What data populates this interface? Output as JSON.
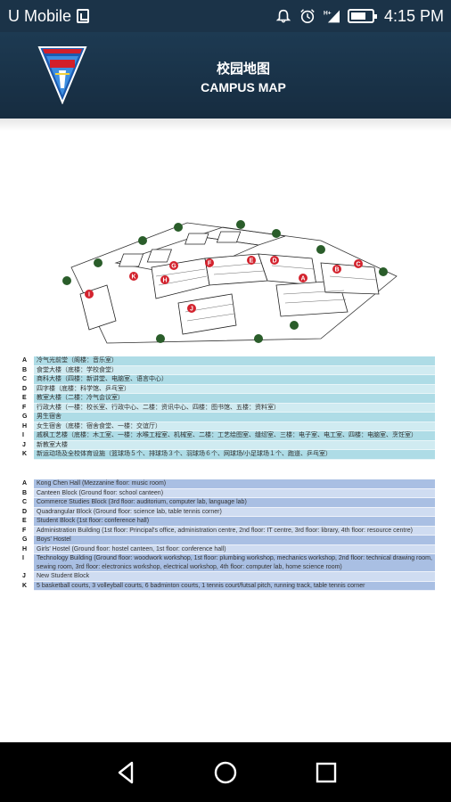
{
  "status_bar": {
    "carrier": "U Mobile",
    "time": "4:15 PM",
    "battery_level": 0.75,
    "icons": [
      "sim-icon",
      "alarm-bell-icon",
      "alarm-clock-icon",
      "signal-icon",
      "battery-icon"
    ],
    "signal_label": "H+"
  },
  "header": {
    "title_cn": "校园地图",
    "title_en": "CAMPUS MAP",
    "logo_icon": "school-crest-icon"
  },
  "map": {
    "labels": [
      "A",
      "B",
      "C",
      "D",
      "E",
      "F",
      "G",
      "H",
      "I",
      "J",
      "K"
    ]
  },
  "legend_cn": [
    {
      "letter": "A",
      "text": "冷气光前堂（阁楼：音乐室）"
    },
    {
      "letter": "B",
      "text": "食堂大楼（底楼：学校食堂）"
    },
    {
      "letter": "C",
      "text": "商科大楼（四楼：新讲堂、电脑室、语言中心）"
    },
    {
      "letter": "D",
      "text": "四字楼（底楼：科学馆、乒乓室）"
    },
    {
      "letter": "E",
      "text": "教室大楼（二楼：冷气会议室）"
    },
    {
      "letter": "F",
      "text": "行政大楼（一楼：校长室、行政中心、二楼：资讯中心、四楼：图书馆、五楼：资料室）"
    },
    {
      "letter": "G",
      "text": "男生宿舍"
    },
    {
      "letter": "H",
      "text": "女生宿舍（底楼：宿舍食堂、一楼：交谊厅）"
    },
    {
      "letter": "I",
      "text": "戚枫工艺楼（底楼：木工室、一楼：水喉工程室、机械室、二楼：工艺绘图室、缝纫室、三楼：电子室、电工室、四楼：电脑室、烹饪室）"
    },
    {
      "letter": "J",
      "text": "新教室大楼"
    },
    {
      "letter": "K",
      "text": "新运动场及全校体育设施（篮球场５个、排球场３个、羽球场６个、网球场/小足球场１个、跑道、乒乓室）"
    }
  ],
  "legend_en": [
    {
      "letter": "A",
      "text": "Kong Chen Hall (Mezzanine floor: music room)"
    },
    {
      "letter": "B",
      "text": "Canteen Block (Ground floor: school canteen)"
    },
    {
      "letter": "C",
      "text": "Commerce Studies Block (3rd floor: auditorium, computer lab, language lab)"
    },
    {
      "letter": "D",
      "text": "Quadrangular Block (Ground floor: science lab, table tennis corner)"
    },
    {
      "letter": "E",
      "text": "Student Block (1st floor: conference hall)"
    },
    {
      "letter": "F",
      "text": "Administration Building (1st floor: Principal's office, administration centre, 2nd floor: IT centre, 3rd floor: library, 4th floor: resource centre)"
    },
    {
      "letter": "G",
      "text": "Boys' Hostel"
    },
    {
      "letter": "H",
      "text": "Girls' Hostel (Ground floor: hostel canteen, 1st floor: conference hall)"
    },
    {
      "letter": "I",
      "text": "Technology Building (Ground floor: woodwork workshop, 1st floor: plumbing workshop, mechanics workshop, 2nd floor: technical drawing room, sewing room, 3rd floor: electronics workshop, electrical workshop, 4th floor: computer lab, home science room)"
    },
    {
      "letter": "J",
      "text": "New Student Block"
    },
    {
      "letter": "K",
      "text": "5 basketball courts, 3 volleyball courts, 6 badminton courts, 1 tennis court/futsal pitch, running track, table tennis corner"
    }
  ],
  "nav_bar": {
    "icons": [
      "back-icon",
      "home-icon",
      "recents-icon"
    ]
  }
}
